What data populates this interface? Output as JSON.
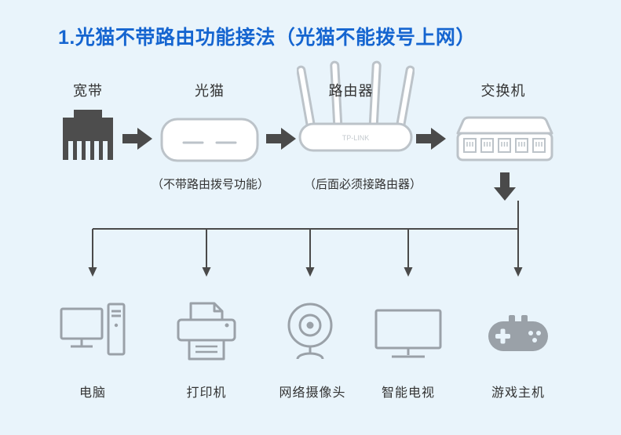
{
  "colors": {
    "background": "#e9f4fb",
    "title_blue": "#1565d0",
    "connector_dark": "#4a4a4a",
    "device_outline_gray": "#bcc3c9",
    "endpoint_icon_gray": "#9aa1a8",
    "text": "#333333"
  },
  "title": "1.光猫不带路由功能接法（光猫不能拨号上网）",
  "chain": {
    "devices": [
      {
        "label": "宽带",
        "icon": "ethernet-port-icon",
        "caption": ""
      },
      {
        "label": "光猫",
        "icon": "modem-icon",
        "caption": "（不带路由拨号功能）"
      },
      {
        "label": "路由器",
        "icon": "router-icon",
        "caption": "（后面必须接路由器）",
        "brand": "TP-LINK"
      },
      {
        "label": "交换机",
        "icon": "switch-icon",
        "caption": ""
      }
    ]
  },
  "endpoints": [
    {
      "label": "电脑",
      "icon": "desktop-computer-icon"
    },
    {
      "label": "打印机",
      "icon": "printer-icon"
    },
    {
      "label": "网络摄像头",
      "icon": "webcam-icon"
    },
    {
      "label": "智能电视",
      "icon": "smart-tv-icon"
    },
    {
      "label": "游戏主机",
      "icon": "game-console-icon"
    }
  ]
}
